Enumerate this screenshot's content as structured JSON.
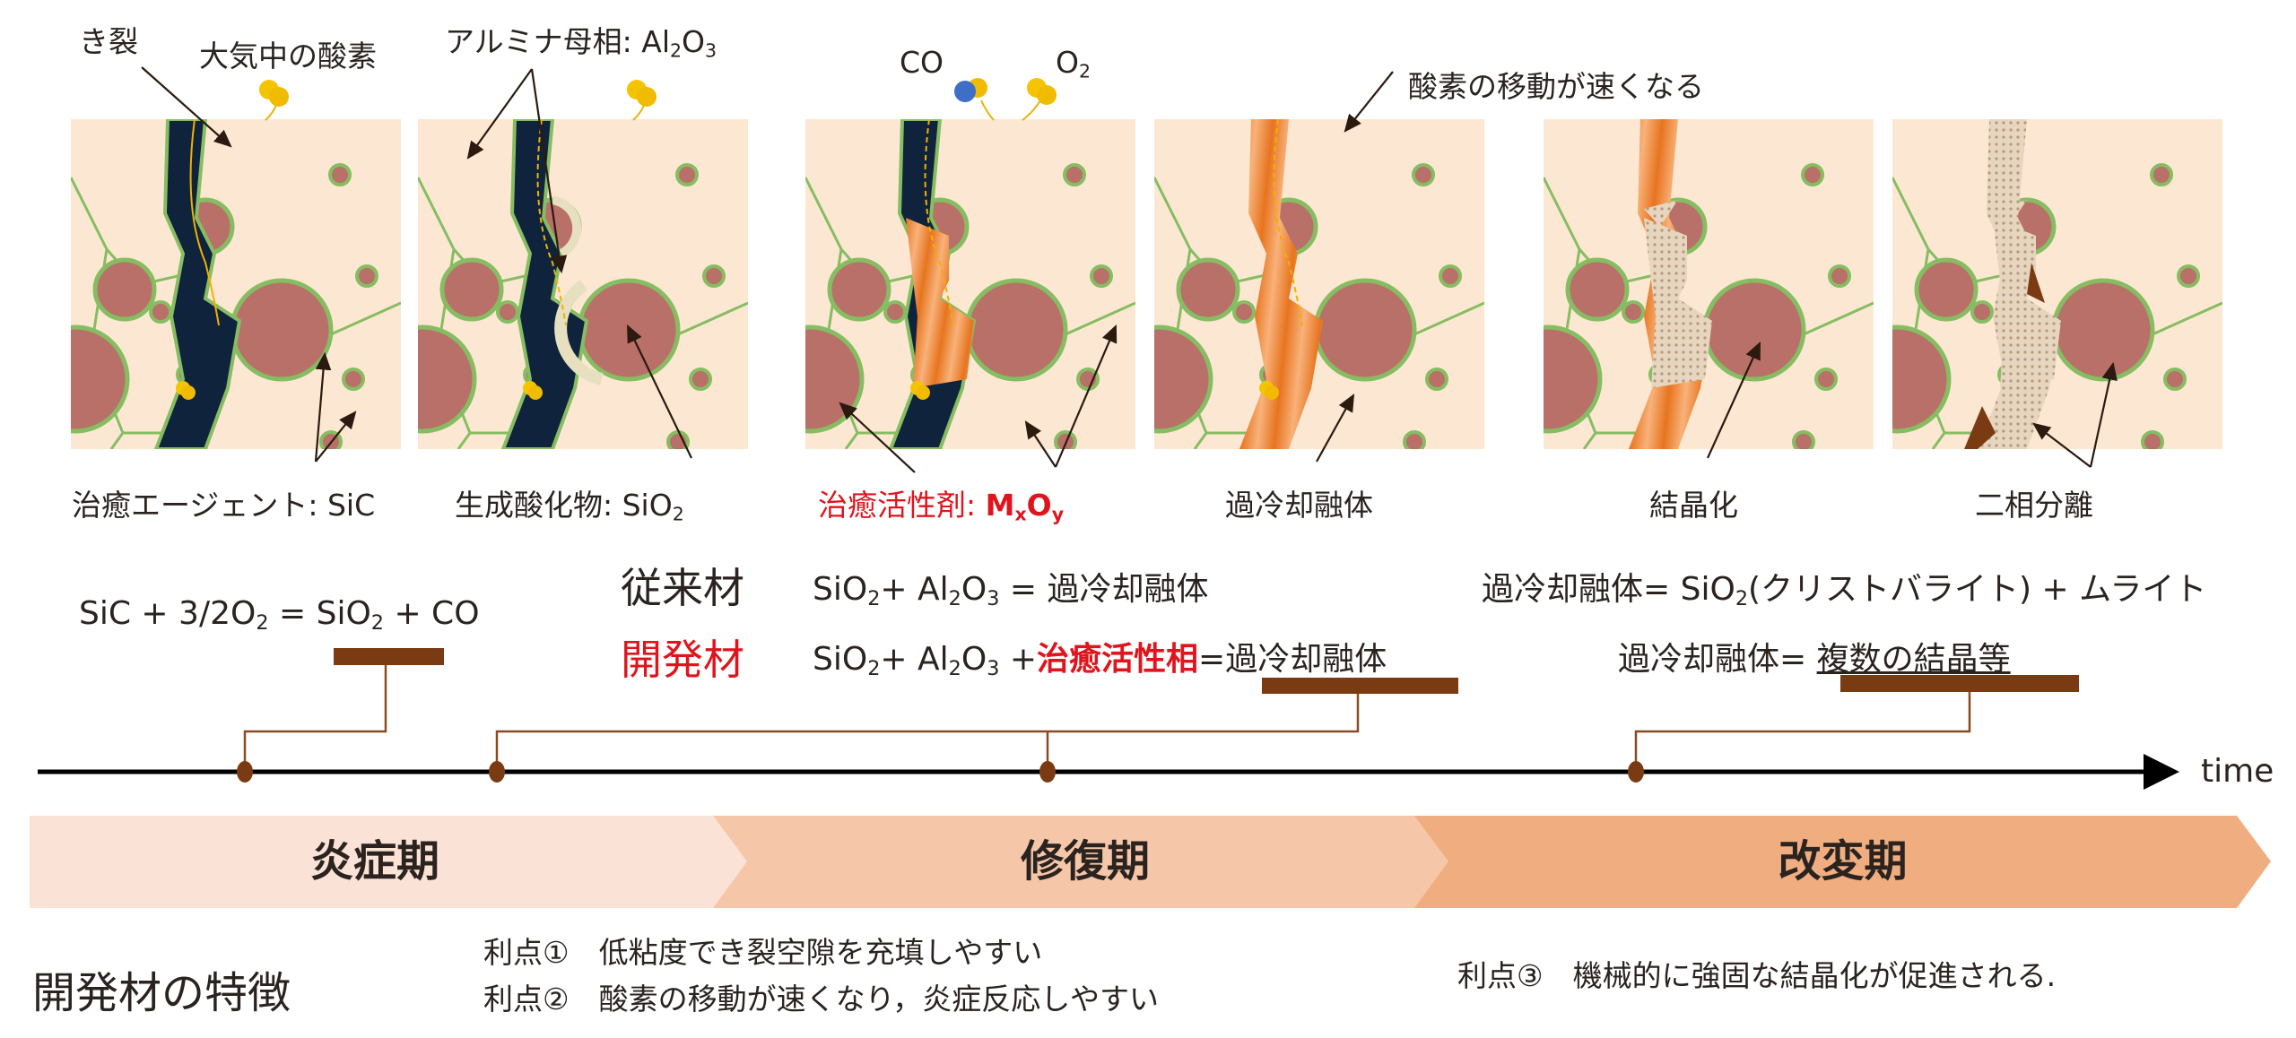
{
  "top_labels": {
    "crack": "き裂",
    "atmospheric_oxygen": "大気中の酸素",
    "alumina_matrix": [
      "アルミナ母相: Al",
      "2",
      "O",
      "3"
    ],
    "co": "CO",
    "o2": [
      "O",
      "2"
    ],
    "oxygen_moves_faster": "酸素の移動が速くなる"
  },
  "panel_labels": {
    "healing_agent": "治癒エージェント: SiC",
    "formed_oxide": [
      "生成酸化物: SiO",
      "2"
    ],
    "healing_activator": [
      "治癒活性剤: ",
      "M",
      "x",
      "O",
      "y"
    ],
    "supercooled_melt": "過冷却融体",
    "crystallization": "結晶化",
    "phase_separation": "二相分離"
  },
  "equations": {
    "oxidation": [
      "SiC + 3/2O",
      "2",
      " = ",
      "SiO",
      "2",
      " + CO"
    ],
    "conventional_label": "従来材",
    "conventional": [
      "SiO",
      "2",
      "+ Al",
      "2",
      "O",
      "3",
      " = 過冷却融体"
    ],
    "developed_label": "開発材",
    "developed": [
      "SiO",
      "2",
      "+ Al",
      "2",
      "O",
      "3",
      " +",
      "治癒活性相",
      "=過冷却融体"
    ],
    "conventional_result": [
      "過冷却融体= SiO",
      "2",
      "(クリストバライト) + ムライト"
    ],
    "developed_result": [
      "過冷却融体= ",
      "複数の結晶等"
    ]
  },
  "timeline": {
    "axis_label": "time"
  },
  "phases": [
    "炎症期",
    "修復期",
    "改変期"
  ],
  "features": {
    "title": "開発材の特徴",
    "advantages": [
      "利点①　低粘度でき裂空隙を充填しやすい",
      "利点②　酸素の移動が速くなり，炎症反応しやすい",
      "利点③　機械的に強固な結晶化が促進される."
    ]
  },
  "colors": {
    "matrix": "#fce8d2",
    "grain": "#b87068",
    "grain_border": "#86bd62",
    "crack": "#10233d",
    "melt": "#ee8a3c",
    "bracket": "#7a3a12",
    "phase1": "#fae3d6",
    "phase2": "#f5c7a8",
    "phase3": "#f0ae80",
    "accent_red": "#e0141c"
  }
}
